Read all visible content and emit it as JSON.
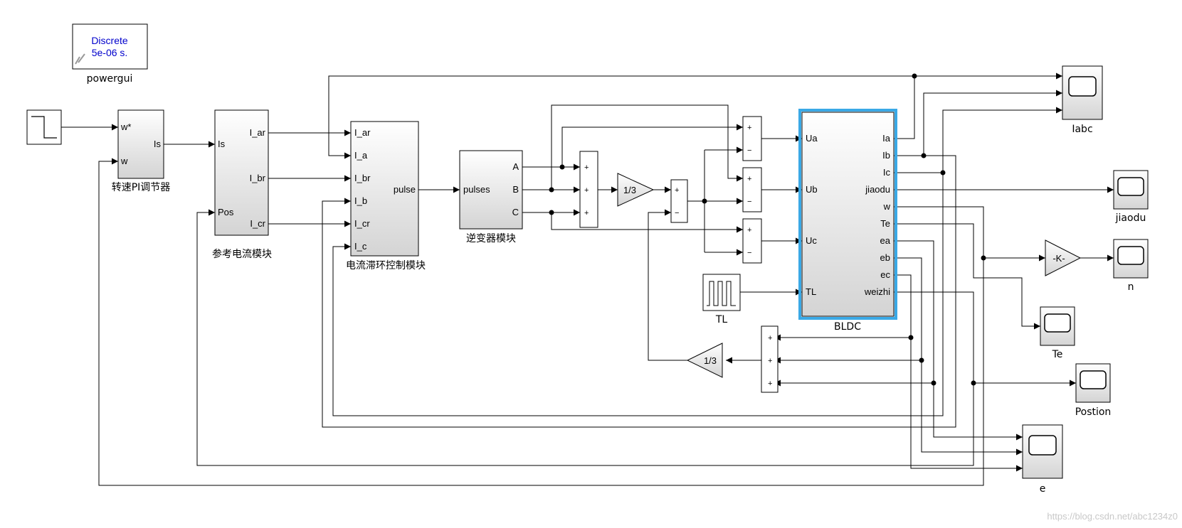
{
  "powergui": {
    "line1": "Discrete",
    "line2": "5e-06 s.",
    "name": "powergui"
  },
  "blocks": {
    "speed_pi": {
      "name": "转速PI调节器",
      "in1": "w*",
      "in2": "w",
      "out1": "Is"
    },
    "ref_current": {
      "name": "参考电流模块",
      "in1": "Is",
      "in2": "Pos",
      "out1": "I_ar",
      "out2": "I_br",
      "out3": "I_cr"
    },
    "hysteresis": {
      "name": "电流滞环控制模块",
      "in1": "I_ar",
      "in2": "I_a",
      "in3": "I_br",
      "in4": "I_b",
      "in5": "I_cr",
      "in6": "I_c",
      "out1": "pulse"
    },
    "inverter": {
      "name": "逆变器模块",
      "in1": "pulses",
      "out1": "A",
      "out2": "B",
      "out3": "C"
    },
    "bldc": {
      "name": "BLDC",
      "in1": "Ua",
      "in2": "Ub",
      "in3": "Uc",
      "in4": "TL",
      "outs": [
        "Ia",
        "Ib",
        "Ic",
        "jiaodu",
        "w",
        "Te",
        "ea",
        "eb",
        "ec",
        "weizhi"
      ]
    },
    "gain_third_1": {
      "label": "1/3"
    },
    "gain_third_2": {
      "label": "1/3"
    },
    "gain_k": {
      "label": "-K-"
    },
    "tl_source": {
      "name": "TL"
    }
  },
  "scopes": {
    "iabc": "Iabc",
    "jiaodu": "jiaodu",
    "n": "n",
    "te": "Te",
    "postion": "Postion",
    "e": "e"
  },
  "signs": {
    "plus": "+",
    "minus": "−"
  },
  "watermark": "https://blog.csdn.net/abc1234z0",
  "colors": {
    "selection": "#3aa9e6",
    "block_fill_top": "#ffffff",
    "block_fill_bottom": "#d4d4d4"
  }
}
